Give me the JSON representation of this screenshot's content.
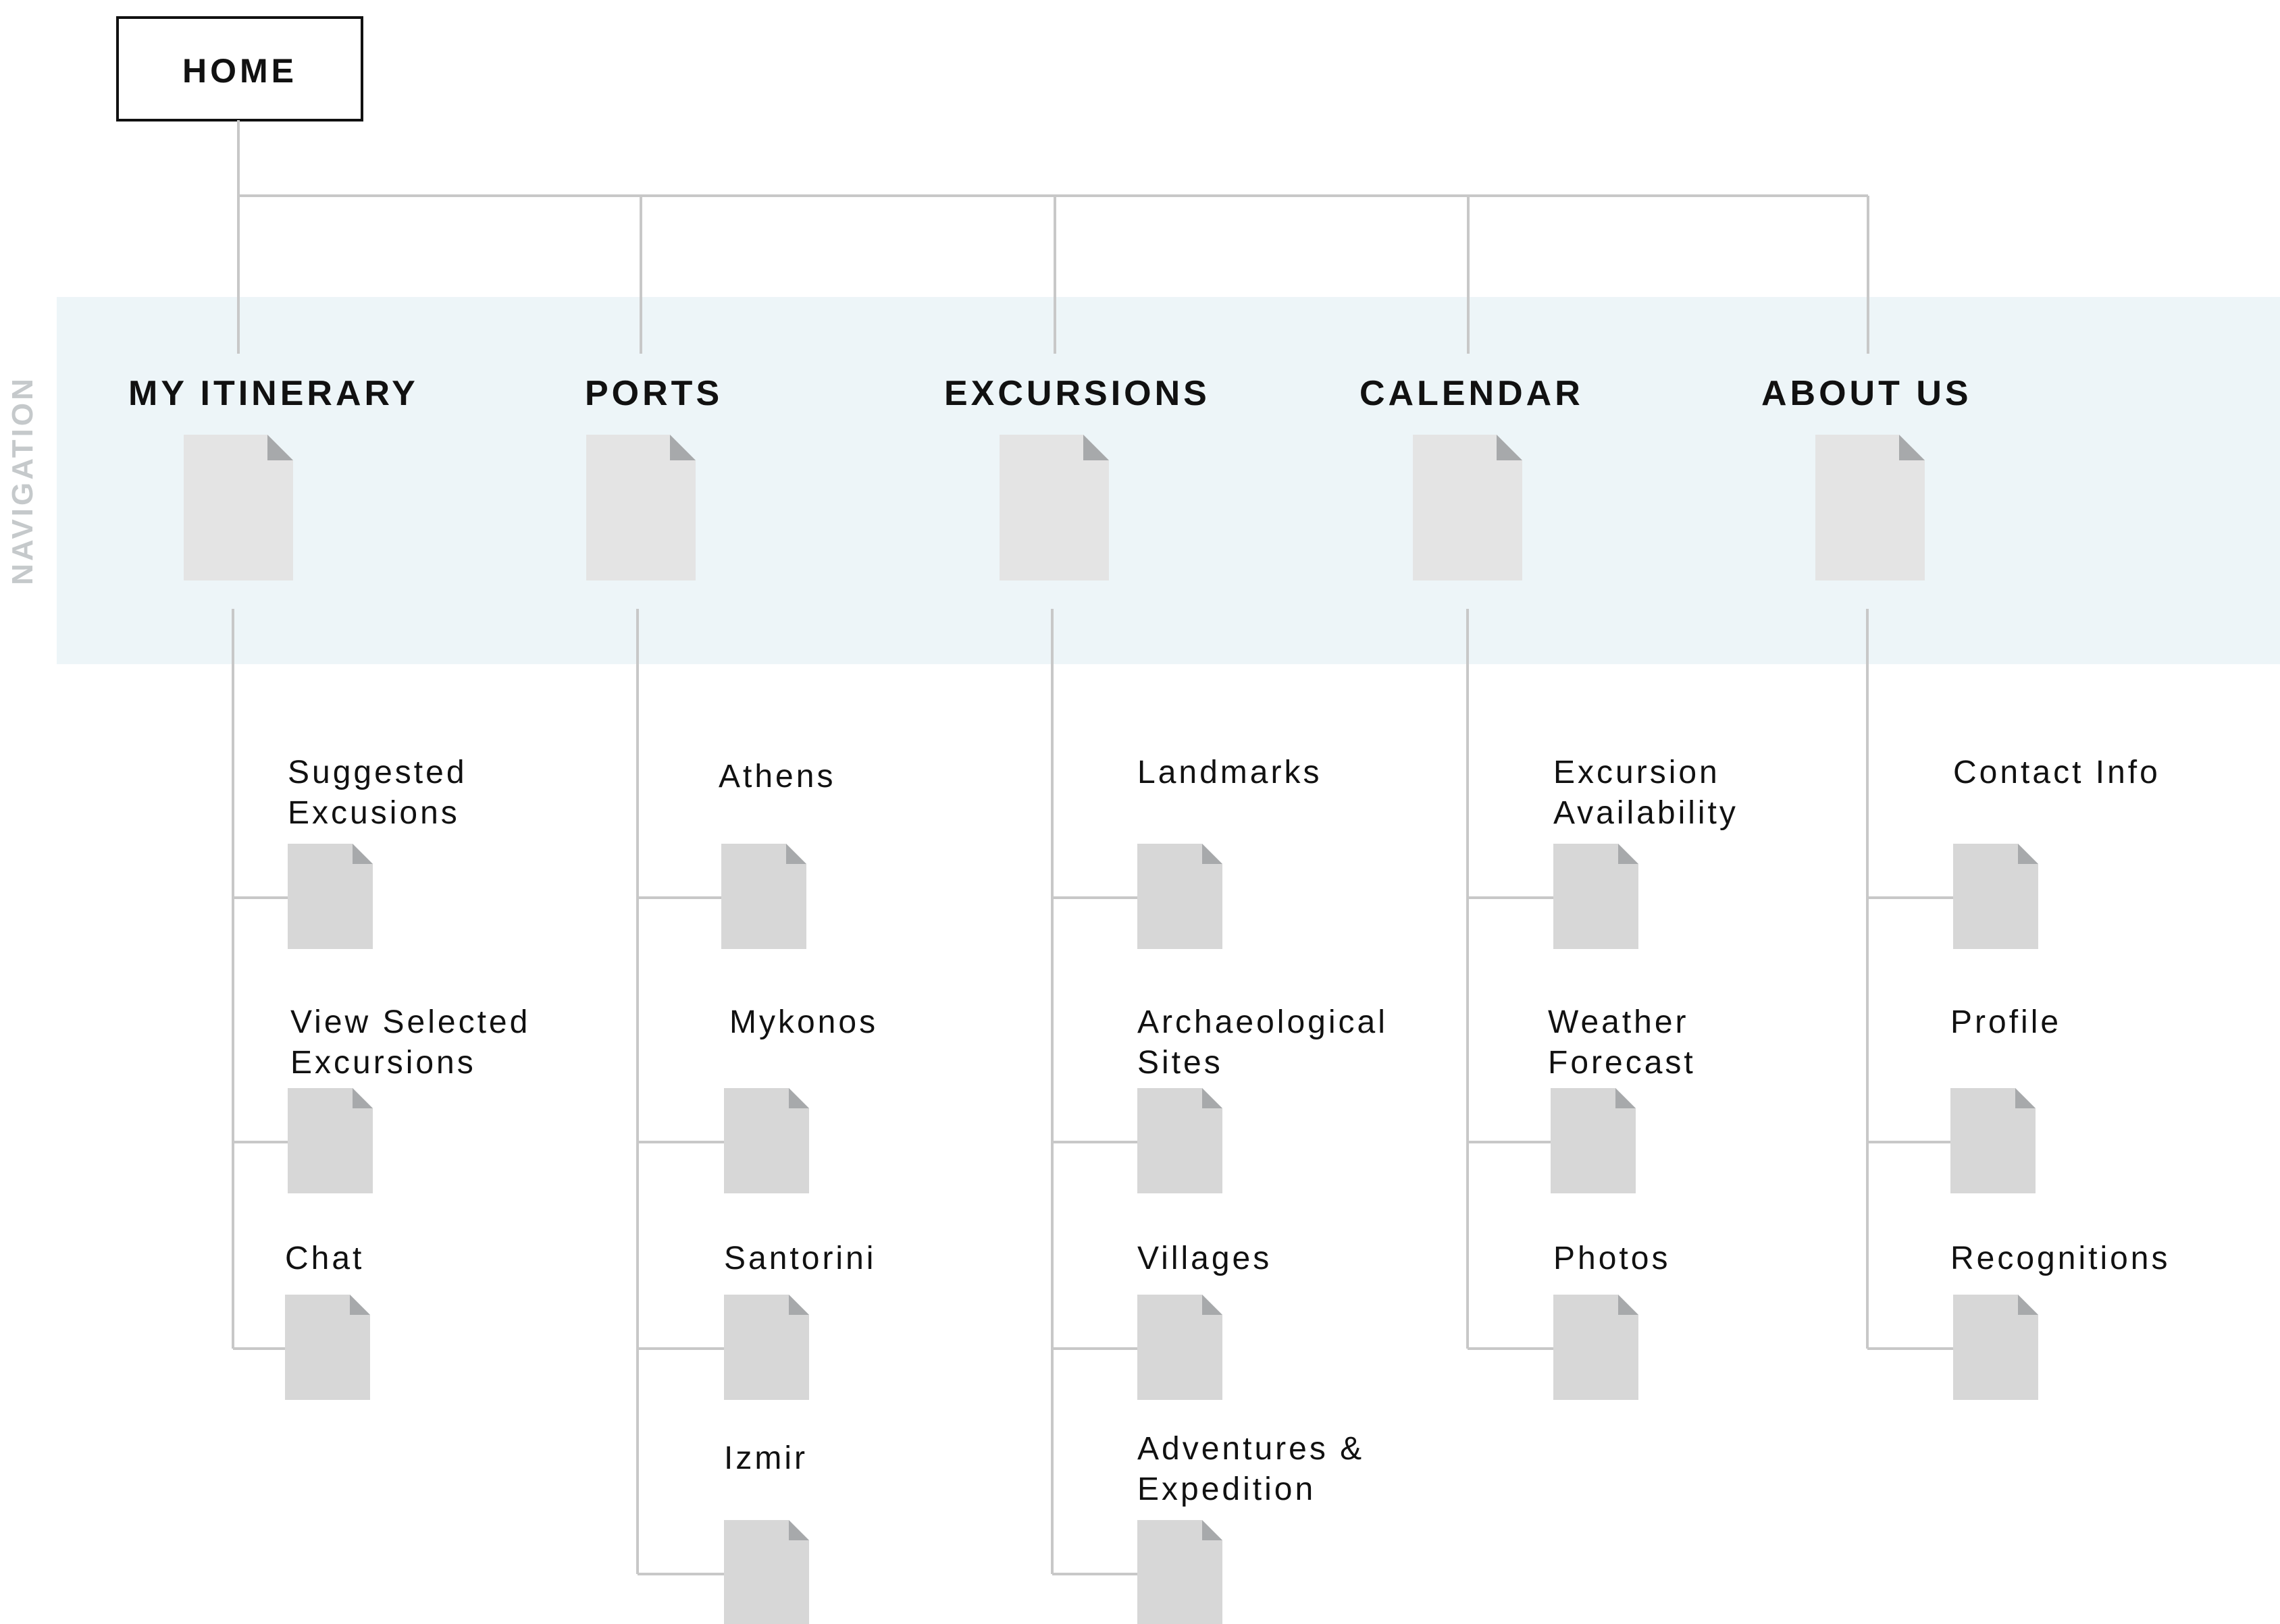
{
  "colors": {
    "nav_band": "#edf5f8",
    "connector": "#c8c8c8",
    "page_icon_large": "#e4e4e4",
    "page_icon_small": "#d7d7d7",
    "page_fold": "#a7a9ab",
    "text": "#111111",
    "nav_label": "#c5c9cb"
  },
  "root": {
    "label": "HOME"
  },
  "nav_band": {
    "label": "NAVIGATION"
  },
  "sections": [
    {
      "label": "MY ITINERARY",
      "children": [
        [
          "Suggested",
          "Excusions"
        ],
        [
          "View Selected",
          "Excursions"
        ],
        [
          "Chat"
        ]
      ]
    },
    {
      "label": "PORTS",
      "children": [
        [
          "Athens"
        ],
        [
          "Mykonos"
        ],
        [
          "Santorini"
        ],
        [
          "Izmir"
        ]
      ]
    },
    {
      "label": "EXCURSIONS",
      "children": [
        [
          "Landmarks"
        ],
        [
          "Archaeological",
          "Sites"
        ],
        [
          "Villages"
        ],
        [
          "Adventures &",
          "Expedition"
        ]
      ]
    },
    {
      "label": "CALENDAR",
      "children": [
        [
          "Excursion",
          "Availability"
        ],
        [
          "Weather",
          "Forecast"
        ],
        [
          "Photos"
        ]
      ]
    },
    {
      "label": "ABOUT US",
      "children": [
        [
          "Contact Info"
        ],
        [
          "Profile"
        ],
        [
          "Recognitions"
        ]
      ]
    }
  ]
}
